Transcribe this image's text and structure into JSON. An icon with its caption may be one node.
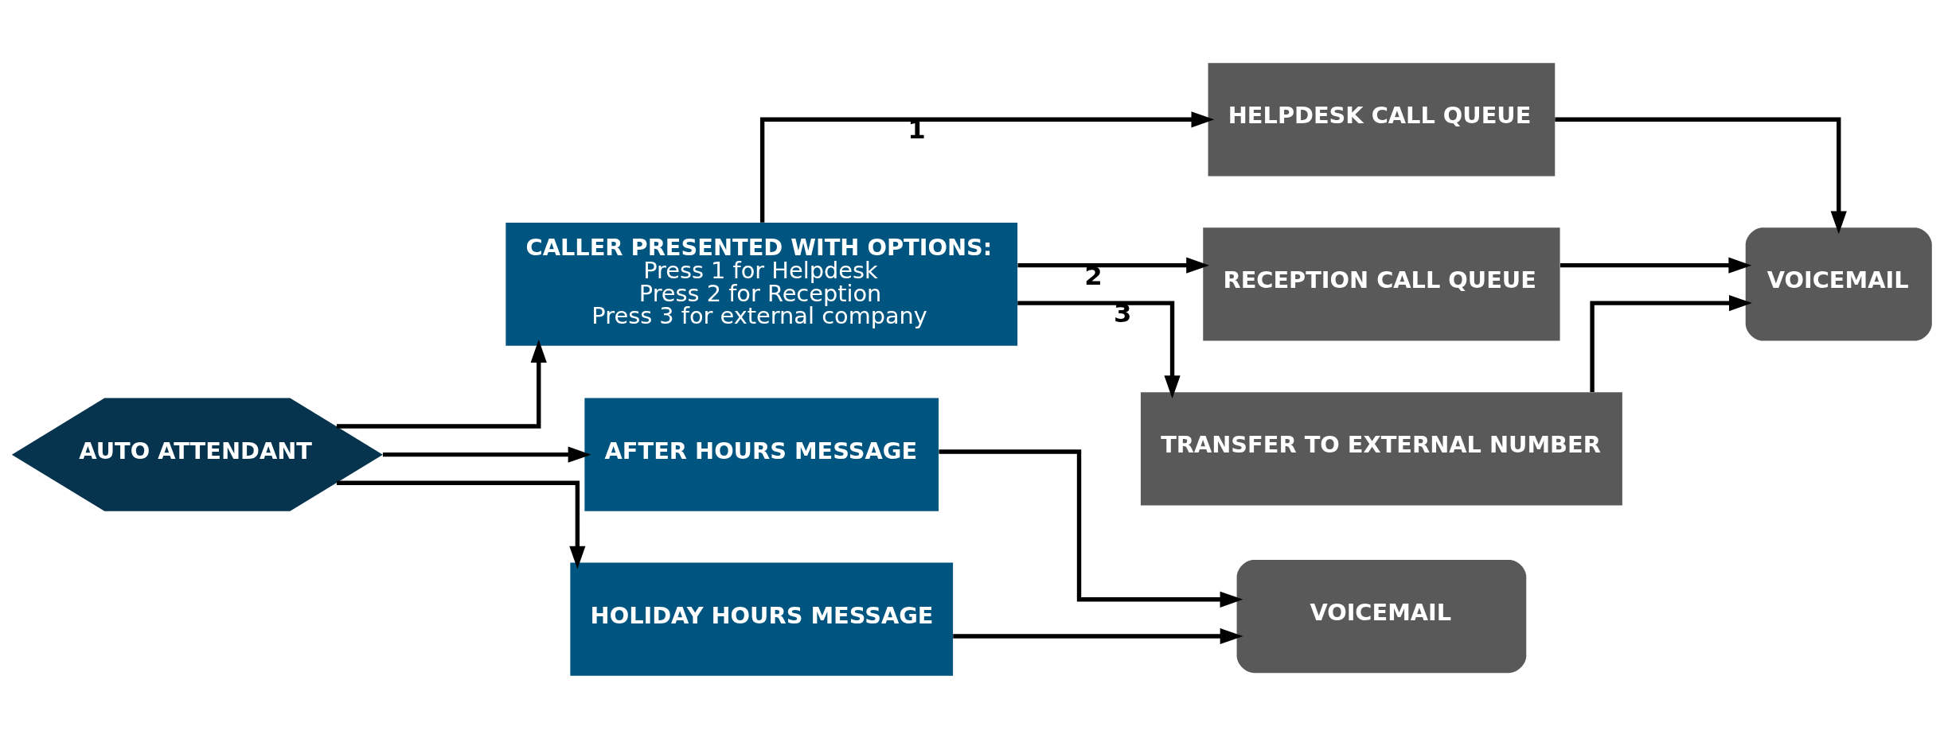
{
  "diagram": {
    "nodes": [
      {
        "text": [
          "AUTO ATTENDANT"
        ]
      },
      {
        "text": [
          "CALLER PRESENTED WITH OPTIONS:",
          "Press 1 for Helpdesk",
          "Press 2 for Reception",
          "Press 3 for external company"
        ]
      },
      {
        "text": [
          "AFTER HOURS MESSAGE"
        ]
      },
      {
        "text": [
          "HOLIDAY HOURS MESSAGE"
        ]
      },
      {
        "text": [
          "HELPDESK CALL QUEUE"
        ]
      },
      {
        "text": [
          "RECEPTION CALL QUEUE"
        ]
      },
      {
        "text": [
          "TRANSFER TO EXTERNAL NUMBER"
        ]
      },
      {
        "text": [
          "VOICEMAIL"
        ]
      },
      {
        "text": [
          "VOICEMAIL"
        ]
      }
    ],
    "edges": [
      {
        "from": 0,
        "to": 1,
        "arrow": "to"
      },
      {
        "from": 0,
        "to": 2,
        "arrow": "to"
      },
      {
        "from": 0,
        "to": 3,
        "arrow": "to"
      },
      {
        "from": 1,
        "to": 4,
        "arrow": "to",
        "label": "1"
      },
      {
        "from": 1,
        "to": 5,
        "arrow": "to",
        "label": "2"
      },
      {
        "from": 1,
        "to": 6,
        "arrow": "to",
        "label": "3"
      },
      {
        "from": 2,
        "to": 8,
        "arrow": "to"
      },
      {
        "from": 3,
        "to": 8,
        "arrow": "to"
      },
      {
        "from": 4,
        "to": 7,
        "arrow": "to"
      },
      {
        "from": 5,
        "to": 7,
        "arrow": "to"
      },
      {
        "from": 6,
        "to": 7,
        "arrow": "to"
      }
    ]
  }
}
